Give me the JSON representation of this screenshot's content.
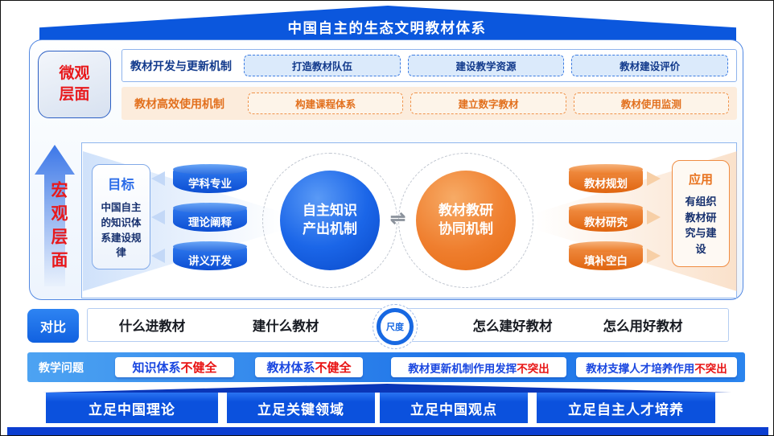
{
  "banner": {
    "title": "中国自主的生态文明教材体系"
  },
  "micro_panel": {
    "side_label": "微观层面",
    "row1": {
      "label": "教材开发与更新机制",
      "items": [
        "打造教材队伍",
        "建设教学资源",
        "教材建设评价"
      ]
    },
    "row2": {
      "label": "教材高效使用机制",
      "items": [
        "构建课程体系",
        "建立数字教材",
        "教材使用监测"
      ]
    }
  },
  "macro_panel": {
    "side_label": "宏观层面",
    "goal": {
      "title": "目标",
      "text": "中国自主的知识体系建设规律"
    },
    "input_cylinders": [
      "学科专业",
      "理论阐释",
      "讲义开发"
    ],
    "blue_circle": "自主知识产出机制",
    "exchange_symbol": "⇌",
    "orange_circle": "教材教研协同机制",
    "output_cylinders": [
      "教材规划",
      "教材研究",
      "填补空白"
    ],
    "application": {
      "title": "应用",
      "text": "有组织教材研究与建设"
    }
  },
  "comparison": {
    "side_label": "对比",
    "items": [
      "什么进教材",
      "建什么教材",
      "怎么建好教材",
      "怎么用好教材"
    ],
    "scale_label": "尺度"
  },
  "problems": {
    "side_label": "教学问题",
    "items": [
      {
        "text": "知识体系",
        "highlight": "不健全"
      },
      {
        "text": "教材体系",
        "highlight": "不健全"
      },
      {
        "text": "教材更新机制作用发挥",
        "highlight": "不突出"
      },
      {
        "text": "教材支撑人才培养作用",
        "highlight": "不突出"
      }
    ]
  },
  "foundations": [
    "立足中国理论",
    "立足关键领域",
    "立足中国观点",
    "立足自主人才培养"
  ],
  "colors": {
    "primary_blue": "#0b57dd",
    "accent_orange": "#ee7c2c",
    "highlight_red": "#e8191c",
    "dark_navy": "#16306e"
  }
}
